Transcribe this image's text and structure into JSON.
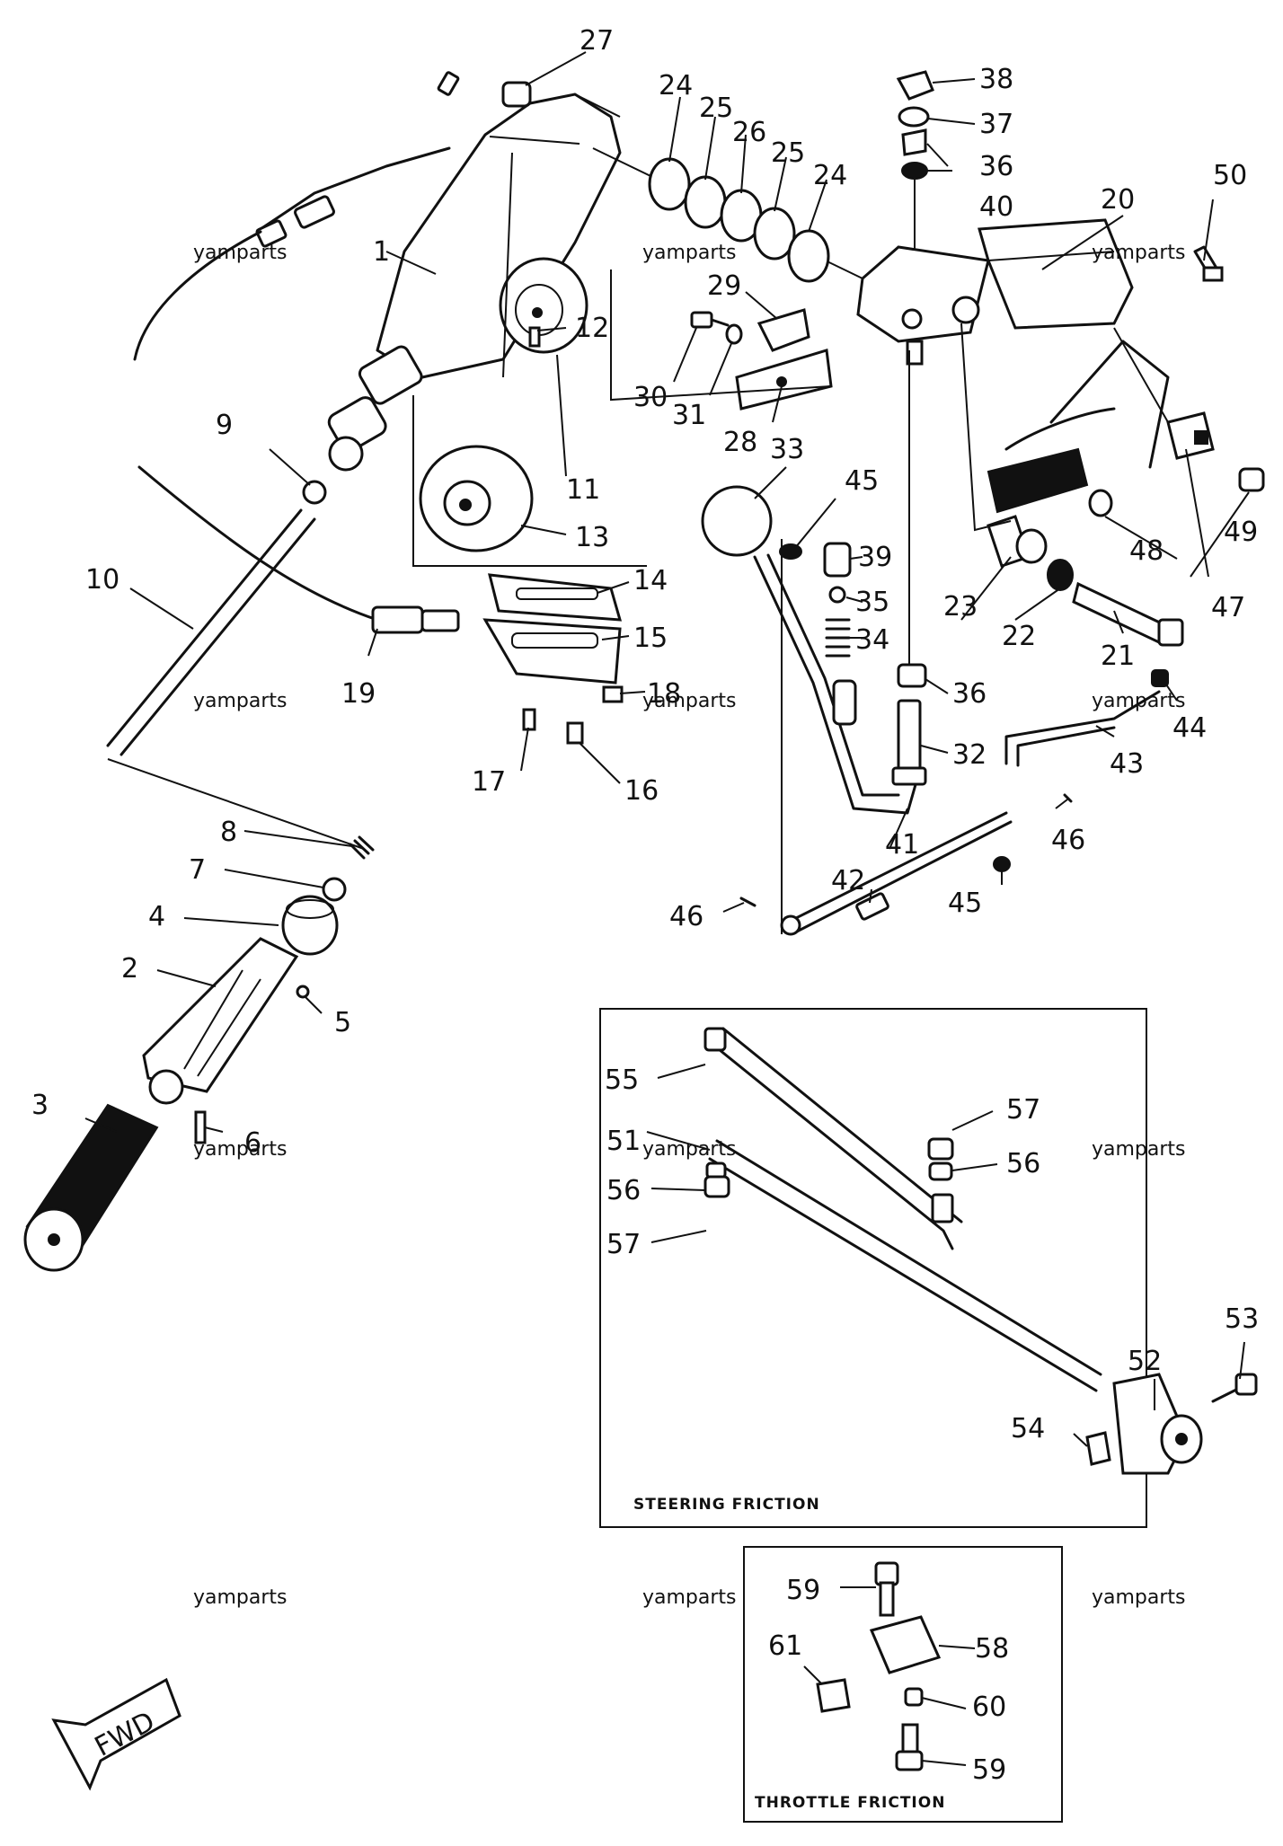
{
  "callouts": [
    "1",
    "2",
    "3",
    "4",
    "5",
    "6",
    "7",
    "8",
    "9",
    "10",
    "11",
    "12",
    "13",
    "14",
    "15",
    "16",
    "17",
    "18",
    "19",
    "20",
    "21",
    "22",
    "23",
    "24",
    "24",
    "25",
    "25",
    "26",
    "27",
    "28",
    "29",
    "30",
    "31",
    "32",
    "33",
    "34",
    "35",
    "36",
    "36",
    "37",
    "38",
    "39",
    "40",
    "41",
    "42",
    "43",
    "44",
    "45",
    "45",
    "46",
    "46",
    "47",
    "48",
    "49",
    "50",
    "51",
    "52",
    "53",
    "54",
    "55",
    "56",
    "56",
    "57",
    "57",
    "58",
    "59",
    "59",
    "60",
    "61"
  ],
  "watermark": "yamparts",
  "steering_box": {
    "title": "STEERING FRICTION"
  },
  "throttle_box": {
    "title": "THROTTLE FRICTION"
  },
  "fwd_label": "FWD"
}
